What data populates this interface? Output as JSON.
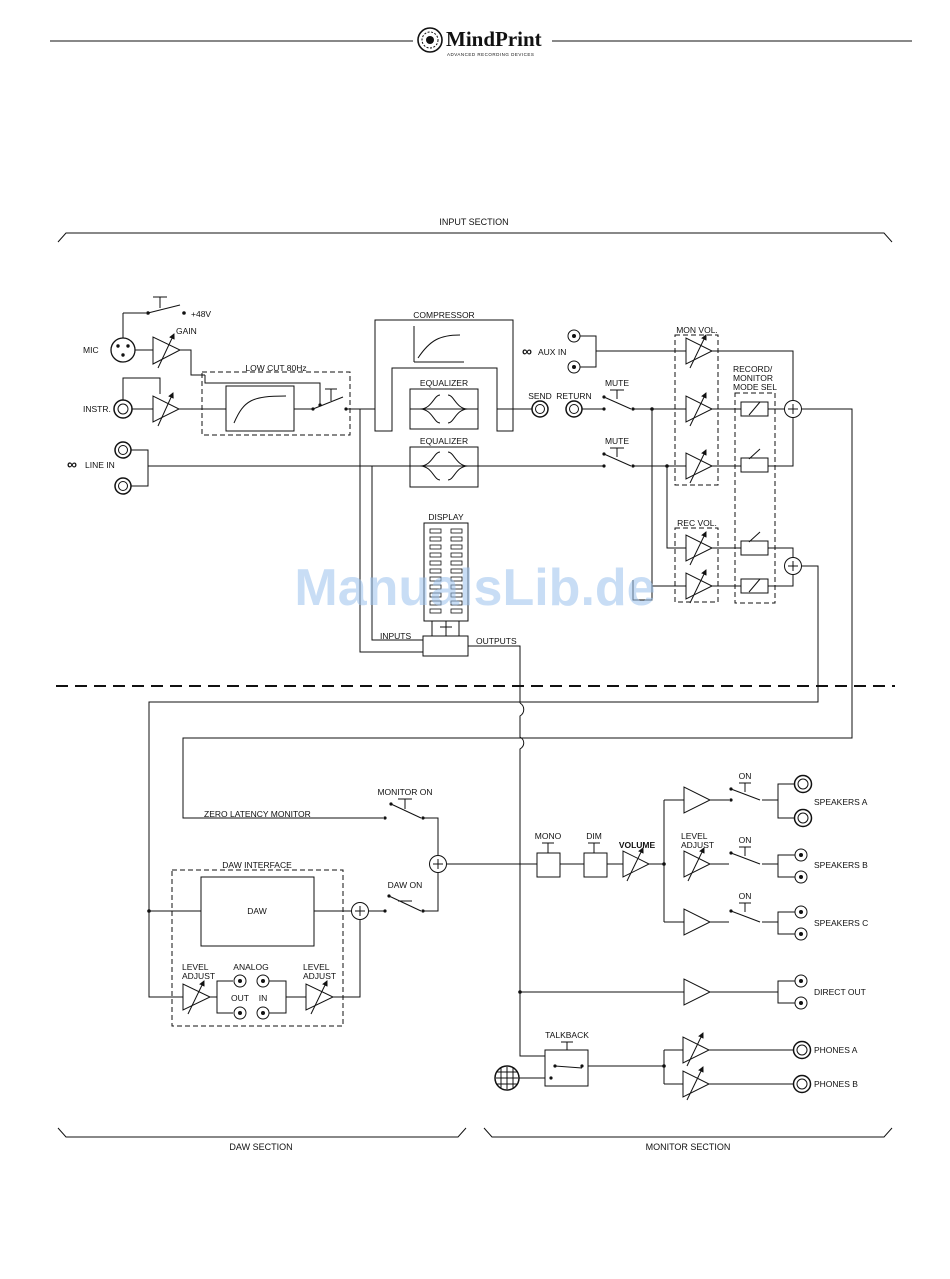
{
  "header": {
    "brand": "MindPrint",
    "tagline": "ADVANCED RECORDING DEVICES"
  },
  "sections": {
    "input": "INPUT SECTION",
    "daw": "DAW SECTION",
    "monitor": "MONITOR SECTION"
  },
  "input": {
    "p48v": "+48V",
    "gain": "GAIN",
    "mic": "MIC",
    "instr": "INSTR.",
    "line_in": "LINE IN",
    "low_cut": "LOW CUT 80Hz",
    "compressor": "COMPRESSOR",
    "equalizer_1": "EQUALIZER",
    "equalizer_2": "EQUALIZER",
    "send": "SEND",
    "return": "RETURN",
    "aux_in": "AUX IN",
    "mute_1": "MUTE",
    "mute_2": "MUTE",
    "mon_vol": "MON VOL.",
    "rec_vol": "REC VOL.",
    "record_monitor_1": "RECORD/",
    "record_monitor_2": "MONITOR",
    "record_monitor_3": "MODE SEL",
    "display": "DISPLAY",
    "inputs": "INPUTS",
    "outputs": "OUTPUTS"
  },
  "daw": {
    "zero_latency": "ZERO LATENCY MONITOR",
    "monitor_on": "MONITOR ON",
    "daw_interface": "DAW INTERFACE",
    "daw": "DAW",
    "daw_on": "DAW ON",
    "level_adjust_a1": "LEVEL",
    "level_adjust_a2": "ADJUST",
    "analog": "ANALOG",
    "out": "OUT",
    "in": "IN",
    "level_adjust_b1": "LEVEL",
    "level_adjust_b2": "ADJUST"
  },
  "monitor": {
    "mono": "MONO",
    "dim": "DIM",
    "volume": "VOLUME",
    "level_adjust_1": "LEVEL",
    "level_adjust_2": "ADJUST",
    "on_a": "ON",
    "on_b": "ON",
    "on_c": "ON",
    "speakers_a": "SPEAKERS A",
    "speakers_b": "SPEAKERS B",
    "speakers_c": "SPEAKERS C",
    "direct_out": "DIRECT OUT",
    "talkback": "TALKBACK",
    "phones_a": "PHONES A",
    "phones_b": "PHONES B"
  },
  "watermark": "ManualsLib.de"
}
